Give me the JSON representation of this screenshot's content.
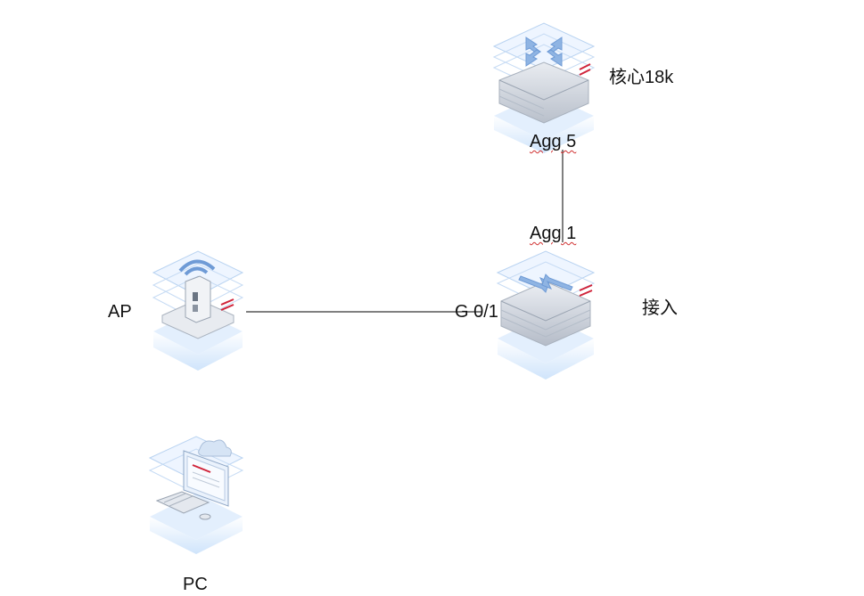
{
  "nodes": {
    "core": {
      "name": "核心18k",
      "port": "Agg 5"
    },
    "access": {
      "name": "接入",
      "port_up": "Agg 1",
      "port_down": "G 0/1"
    },
    "ap": {
      "name": "AP"
    },
    "pc": {
      "name": "PC"
    }
  },
  "links": [
    {
      "from": "core",
      "to": "access",
      "from_port": "Agg 5",
      "to_port": "Agg 1"
    },
    {
      "from": "ap",
      "to": "access",
      "to_port": "G 0/1"
    }
  ],
  "colors": {
    "tile_top": "#eaf3ff",
    "tile_edge": "#b9d3f1",
    "glow": "#cfe4fb",
    "device_gray": "#dfe3ea",
    "accent_red": "#d0243a",
    "line": "#000000"
  }
}
